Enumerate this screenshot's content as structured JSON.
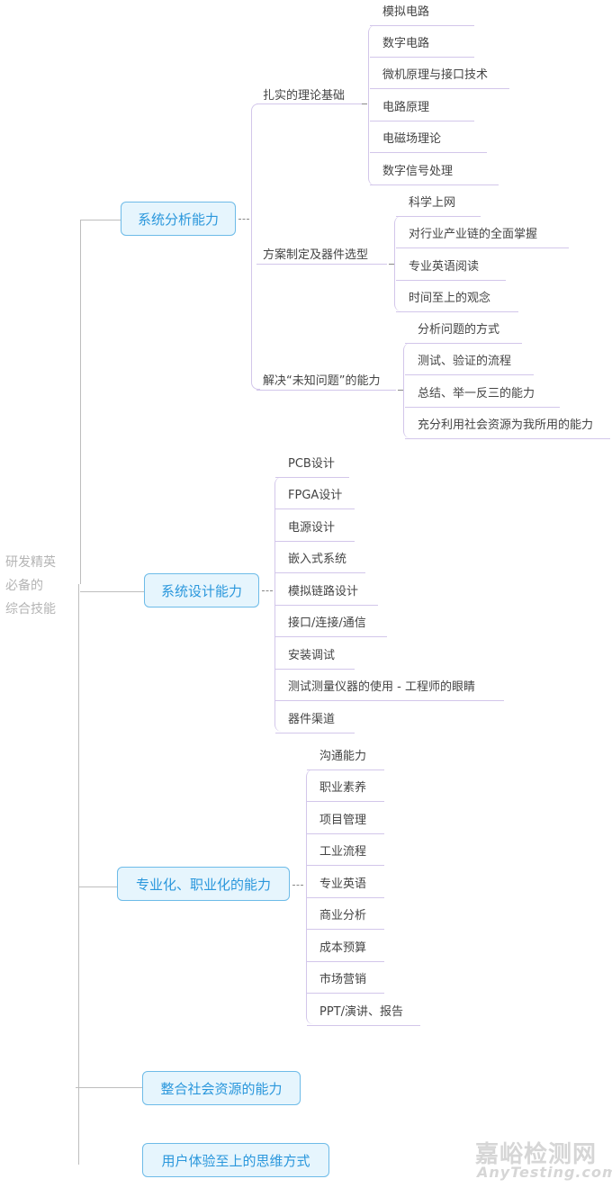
{
  "root": {
    "lines": [
      "研发精英",
      "必备的",
      "综合技能"
    ]
  },
  "branches": [
    {
      "label": "系统分析能力",
      "subs": [
        {
          "label": "扎实的理论基础",
          "leaves": [
            "模拟电路",
            "数字电路",
            "微机原理与接口技术",
            "电路原理",
            "电磁场理论",
            "数字信号处理"
          ]
        },
        {
          "label": "方案制定及器件选型",
          "leaves": [
            "科学上网",
            "对行业产业链的全面掌握",
            "专业英语阅读",
            "时间至上的观念"
          ]
        },
        {
          "label": "解决“未知问题”的能力",
          "leaves": [
            "分析问题的方式",
            "测试、验证的流程",
            "总结、举一反三的能力",
            "充分利用社会资源为我所用的能力"
          ]
        }
      ]
    },
    {
      "label": "系统设计能力",
      "leaves": [
        "PCB设计",
        "FPGA设计",
        "电源设计",
        "嵌入式系统",
        "模拟链路设计",
        "接口/连接/通信",
        "安装调试",
        "测试测量仪器的使用 - 工程师的眼睛",
        "器件渠道"
      ]
    },
    {
      "label": "专业化、职业化的能力",
      "leaves": [
        "沟通能力",
        "职业素养",
        "项目管理",
        "工业流程",
        "专业英语",
        "商业分析",
        "成本预算",
        "市场营销",
        "PPT/演讲、报告"
      ]
    },
    {
      "label": "整合社会资源的能力"
    },
    {
      "label": "用户体验至上的思维方式"
    }
  ],
  "watermark": {
    "cn": "嘉峪检测网",
    "en": "AnyTesting.com"
  },
  "colors": {
    "node_border": "#6dbbe8",
    "node_fill": "#e6f5fd",
    "node_text": "#2a97dc",
    "branch_line": "#d2c6ea",
    "trunk_line": "#bdbdbd"
  }
}
